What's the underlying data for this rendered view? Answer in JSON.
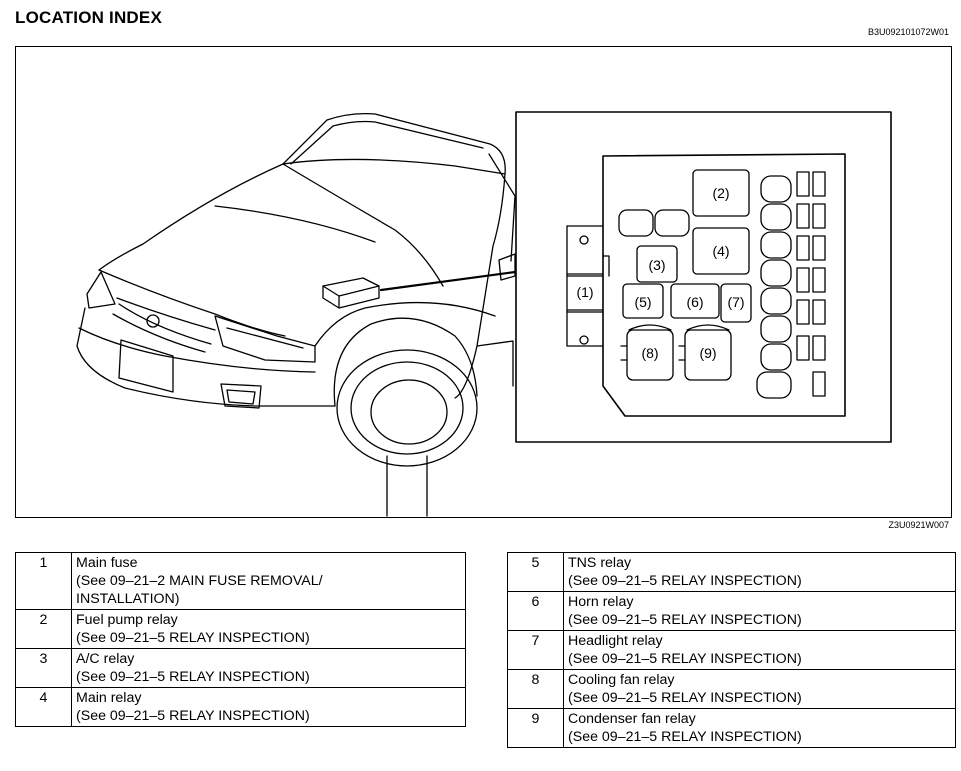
{
  "title": "LOCATION INDEX",
  "doc_id": "B3U092101072W01",
  "figure_id": "Z3U0921W007",
  "callouts": [
    {
      "n": "1",
      "label": "(1)"
    },
    {
      "n": "2",
      "label": "(2)"
    },
    {
      "n": "3",
      "label": "(3)"
    },
    {
      "n": "4",
      "label": "(4)"
    },
    {
      "n": "5",
      "label": "(5)"
    },
    {
      "n": "6",
      "label": "(6)"
    },
    {
      "n": "7",
      "label": "(7)"
    },
    {
      "n": "8",
      "label": "(8)"
    },
    {
      "n": "9",
      "label": "(9)"
    }
  ],
  "table_left": [
    {
      "num": "1",
      "lines": [
        "Main fuse",
        "(See 09–21–2 MAIN FUSE REMOVAL/",
        "INSTALLATION)"
      ]
    },
    {
      "num": "2",
      "lines": [
        "Fuel pump relay",
        "(See 09–21–5 RELAY INSPECTION)"
      ]
    },
    {
      "num": "3",
      "lines": [
        "A/C relay",
        "(See 09–21–5 RELAY INSPECTION)"
      ]
    },
    {
      "num": "4",
      "lines": [
        "Main relay",
        "(See 09–21–5 RELAY INSPECTION)"
      ]
    }
  ],
  "table_right": [
    {
      "num": "5",
      "lines": [
        "TNS relay",
        "(See 09–21–5 RELAY INSPECTION)"
      ]
    },
    {
      "num": "6",
      "lines": [
        "Horn relay",
        "(See 09–21–5 RELAY INSPECTION)"
      ]
    },
    {
      "num": "7",
      "lines": [
        "Headlight relay",
        "(See 09–21–5 RELAY INSPECTION)"
      ]
    },
    {
      "num": "8",
      "lines": [
        "Cooling fan relay",
        "(See 09–21–5 RELAY INSPECTION)"
      ]
    },
    {
      "num": "9",
      "lines": [
        "Condenser fan relay",
        "(See 09–21–5 RELAY INSPECTION)"
      ]
    }
  ]
}
